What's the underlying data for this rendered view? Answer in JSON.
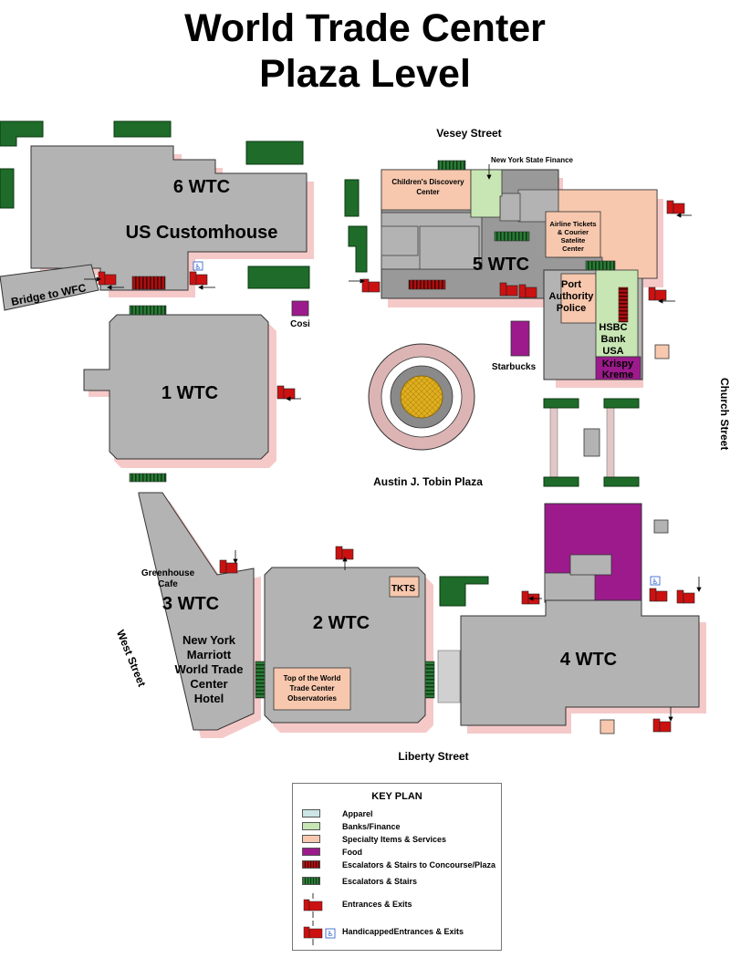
{
  "title": {
    "line1": "World Trade Center",
    "line2": "Plaza Level"
  },
  "streets": {
    "vesey": "Vesey Street",
    "church": "Church Street",
    "west": "West Street",
    "liberty": "Liberty Street",
    "bridge": "Bridge to WFC"
  },
  "buildings": {
    "wtc6": "6 WTC",
    "customhouse": "US Customhouse",
    "wtc1": "1 WTC",
    "wtc5": "5 WTC",
    "wtc3": "3 WTC",
    "wtc2": "2 WTC",
    "wtc4": "4 WTC",
    "plaza": "Austin J. Tobin Plaza"
  },
  "places": {
    "cosi": "Cosi",
    "starbucks": "Starbucks",
    "nysf": "New York State Finance",
    "childrens_l1": "Children's Discovery",
    "childrens_l2": "Center",
    "airline_l1": "Airline Tickets",
    "airline_l2": "& Courier",
    "airline_l3": "Satelite",
    "airline_l4": "Center",
    "police_l1": "Port",
    "police_l2": "Authority",
    "police_l3": "Police",
    "hsbc_l1": "HSBC",
    "hsbc_l2": "Bank",
    "hsbc_l3": "USA",
    "krispy_l1": "Krispy",
    "krispy_l2": "Kreme",
    "greenhouse_l1": "Greenhouse",
    "greenhouse_l2": "Cafe",
    "marriott_l1": "New York",
    "marriott_l2": "Marriott",
    "marriott_l3": "World Trade",
    "marriott_l4": "Center",
    "marriott_l5": "Hotel",
    "tkts": "TKTS",
    "top_l1": "Top of the World",
    "top_l2": "Trade Center",
    "top_l3": "Observatories"
  },
  "legend": {
    "title": "KEY PLAN",
    "items": [
      {
        "label": "Apparel",
        "color": "#cce5e5"
      },
      {
        "label": "Banks/Finance",
        "color": "#c8e6b4"
      },
      {
        "label": "Specialty Items & Services",
        "color": "#f7c8ae"
      },
      {
        "label": "Food",
        "color": "#9c1a8c"
      },
      {
        "label": "Escalators & Stairs to Concourse/Plaza",
        "color": "#8b0000"
      },
      {
        "label": "Escalators & Stairs",
        "color": "#1e5a28"
      },
      {
        "label": "Entrances & Exits",
        "color": "#cc1111"
      },
      {
        "label": "HandicappedEntrances & Exits",
        "color": "#cc1111"
      }
    ]
  },
  "colors": {
    "building": "#b3b3b3",
    "shadow": "#f6c9c9",
    "green": "#1e6b2a",
    "red": "#cc1111"
  }
}
